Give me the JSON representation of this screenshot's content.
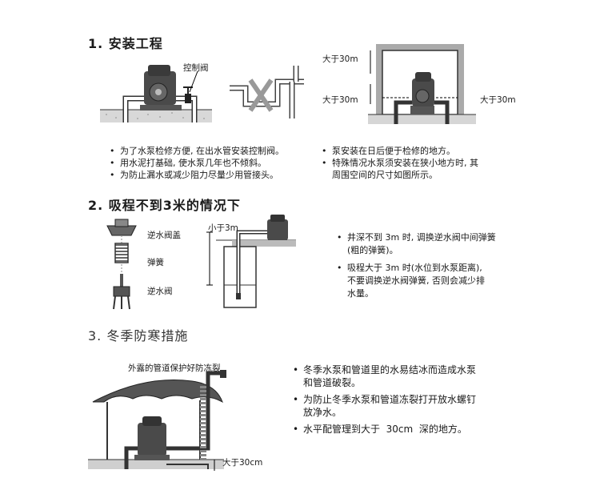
{
  "sections": [
    {
      "heading": "1. 安装工程",
      "labels": {
        "control_valve": "控制阀",
        "dim_top": "大于30m",
        "dim_left": "大于30m",
        "dim_right": "大于30m"
      },
      "bullets_left": [
        "为了水泵检修方便, 在出水管安装控制阀。",
        "用水泥打基础, 使水泵几年也不倾斜。",
        "为防止漏水或减少阻力尽量少用管接头。"
      ],
      "bullets_right": [
        "泵安装在日后便于检修的地方。",
        "特殊情况水泵须安装在狭小地方时, 其\n周围空间的尺寸如图所示。"
      ]
    },
    {
      "heading": "2. 吸程不到3米的情况下",
      "labels": {
        "valve_cover": "逆水阀盖",
        "spring": "弹簧",
        "check_valve": "逆水阀",
        "less_3m": "小于3m"
      },
      "bullets": [
        "井深不到 3m 时, 调换逆水阀中间弹簧\n(粗的弹簧)。",
        "吸程大于 3m 时(水位到水泵距离),\n不要调换逆水阀弹簧, 否则会减少排\n水量。"
      ]
    },
    {
      "heading": "3. 冬季防寒措施",
      "labels": {
        "exposed_pipe": "外露的管道保护好防冻裂",
        "depth": "大于30cm"
      },
      "bullets": [
        "冬季水泵和管道里的水易结冰而造成水泵\n和管道破裂。",
        "为防止冬季水泵和管道冻裂打开放水螺钉\n放净水。",
        "水平配管理到大于  30cm  深的地方。"
      ]
    }
  ]
}
